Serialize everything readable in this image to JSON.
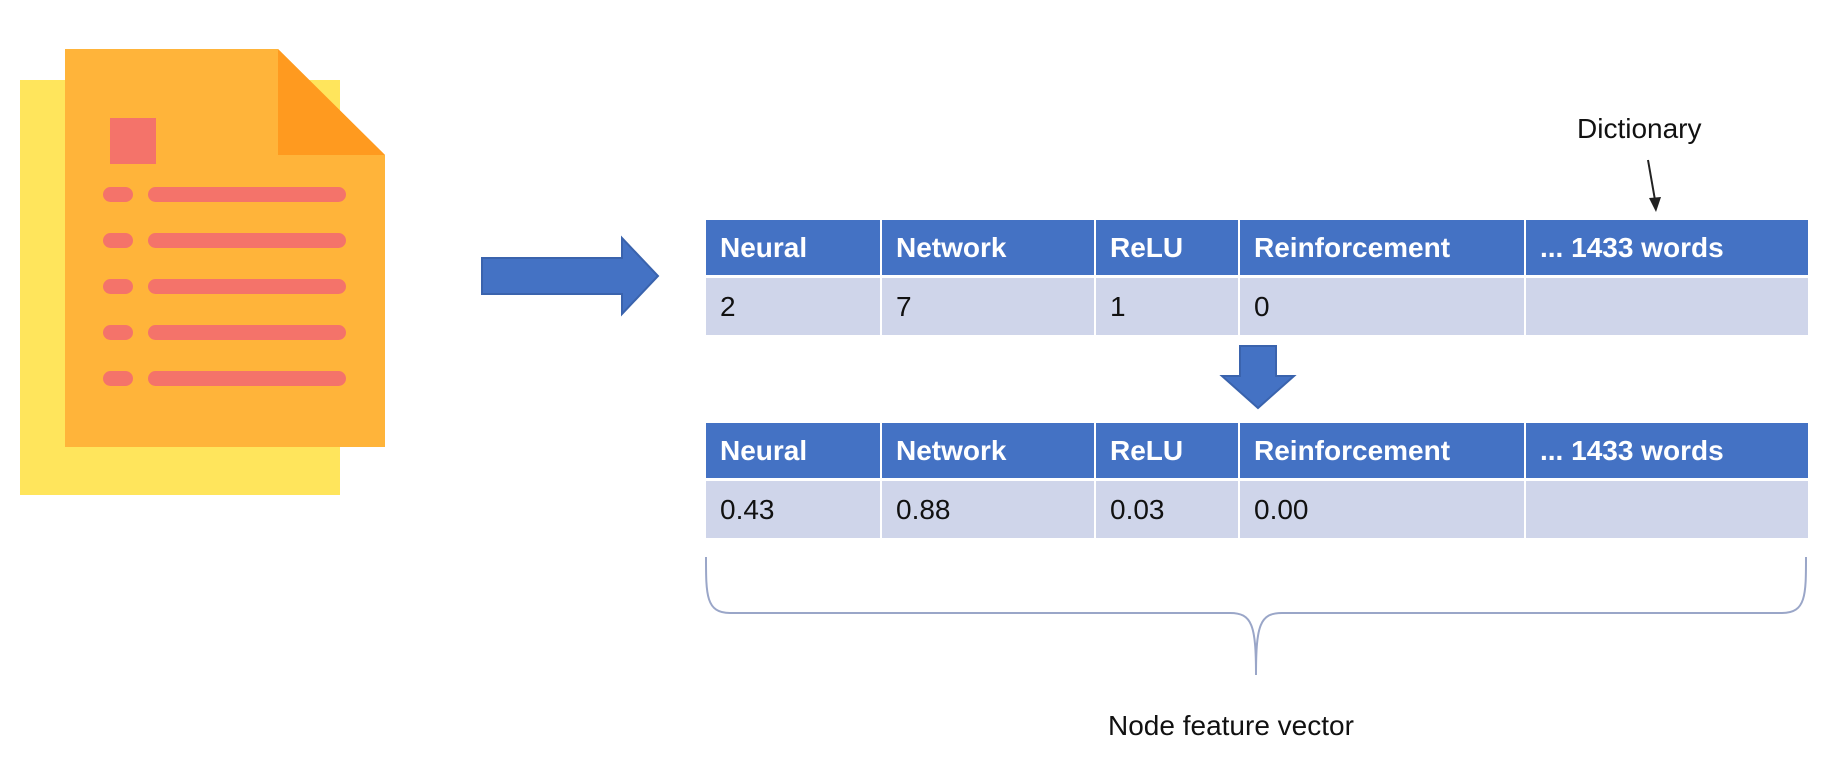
{
  "document_icon": {
    "icon": "document-icon",
    "colors": {
      "back_sheet": "#ffe55c",
      "front_sheet": "#ffb43a",
      "fold": "#ff9a1f",
      "lines": "#f4736a"
    }
  },
  "dictionary_label": "Dictionary",
  "columns": [
    "Neural",
    "Network",
    "ReLU",
    "Reinforcement",
    "... 1433 words"
  ],
  "count_row": [
    "2",
    "7",
    "1",
    "0",
    ""
  ],
  "feature_row": [
    "0.43",
    "0.88",
    "0.03",
    "0.00",
    ""
  ],
  "feature_vector_label": "Node feature vector",
  "colors": {
    "header": "#4472c4",
    "cell": "#cfd5ea",
    "arrow": "#4472c4",
    "brace": "#9aa6c8"
  }
}
